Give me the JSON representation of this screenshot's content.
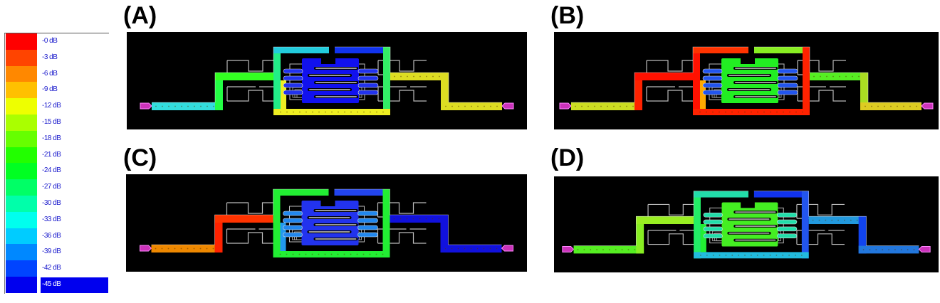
{
  "legend": {
    "unit": "dB",
    "entries": [
      {
        "label": "-0 dB",
        "color": "#ff0000"
      },
      {
        "label": "-3 dB",
        "color": "#ff4400"
      },
      {
        "label": "-6 dB",
        "color": "#ff8800"
      },
      {
        "label": "-9 dB",
        "color": "#ffc000"
      },
      {
        "label": "-12 dB",
        "color": "#eeff00"
      },
      {
        "label": "-15 dB",
        "color": "#aaff00"
      },
      {
        "label": "-18 dB",
        "color": "#66ff00"
      },
      {
        "label": "-21 dB",
        "color": "#22ff00"
      },
      {
        "label": "-24 dB",
        "color": "#00ff22"
      },
      {
        "label": "-27 dB",
        "color": "#00ff66"
      },
      {
        "label": "-30 dB",
        "color": "#00ffaa"
      },
      {
        "label": "-33 dB",
        "color": "#00ffee"
      },
      {
        "label": "-36 dB",
        "color": "#00ccff"
      },
      {
        "label": "-39 dB",
        "color": "#0088ff"
      },
      {
        "label": "-42 dB",
        "color": "#0044ff"
      },
      {
        "label": "-45 dB",
        "color": "#0000ee"
      }
    ],
    "selected_index": 15
  },
  "panels": [
    {
      "id": "A",
      "label": "(A)",
      "left_feed": "#33dddd",
      "left_riser": "#22ff44",
      "left_top": "#33ff22",
      "outer_left": "#22ee88",
      "outer_top_left": "#22ccdd",
      "outer_top_right": "#1133ee",
      "outer_right": "#33ee66",
      "outer_bottom": "#eeee22",
      "inner_left": "#eeee22",
      "inner": "#1111ee",
      "right_top": "#dddd22",
      "right_riser": "#dddd22",
      "right_feed": "#dddd22",
      "fingers": "#2233ee"
    },
    {
      "id": "B",
      "label": "(B)",
      "left_feed": "#ccdd22",
      "left_riser": "#ff2200",
      "left_top": "#ff1100",
      "outer_left": "#ff1100",
      "outer_top_left": "#ff3300",
      "outer_top_right": "#88ee22",
      "outer_right": "#ff2200",
      "outer_bottom": "#ff2200",
      "inner_left": "#ffaa00",
      "inner": "#22ee22",
      "right_top": "#55ee22",
      "right_riser": "#aadd22",
      "right_feed": "#ddcc22",
      "fingers": "#2255ee"
    },
    {
      "id": "C",
      "label": "(C)",
      "left_feed": "#ee8800",
      "left_riser": "#ff2200",
      "left_top": "#ff3300",
      "outer_left": "#22ee33",
      "outer_top_left": "#22ee33",
      "outer_top_right": "#2244ee",
      "outer_right": "#22ee33",
      "outer_bottom": "#22ee33",
      "inner_left": "#2299ee",
      "inner": "#2233ee",
      "right_top": "#1111dd",
      "right_riser": "#1111dd",
      "right_feed": "#1111dd",
      "fingers": "#2288ee"
    },
    {
      "id": "D",
      "label": "(D)",
      "left_feed": "#55ee22",
      "left_riser": "#88ee22",
      "left_top": "#99ee22",
      "outer_left": "#22ee66",
      "outer_top_left": "#22ddaa",
      "outer_top_right": "#1133ee",
      "outer_right": "#2255ee",
      "outer_bottom": "#22bbdd",
      "inner_left": "#22ee33",
      "inner": "#44ee22",
      "right_top": "#2299dd",
      "right_riser": "#1144ee",
      "right_feed": "#2277dd",
      "fingers": "#22ddaa"
    }
  ]
}
